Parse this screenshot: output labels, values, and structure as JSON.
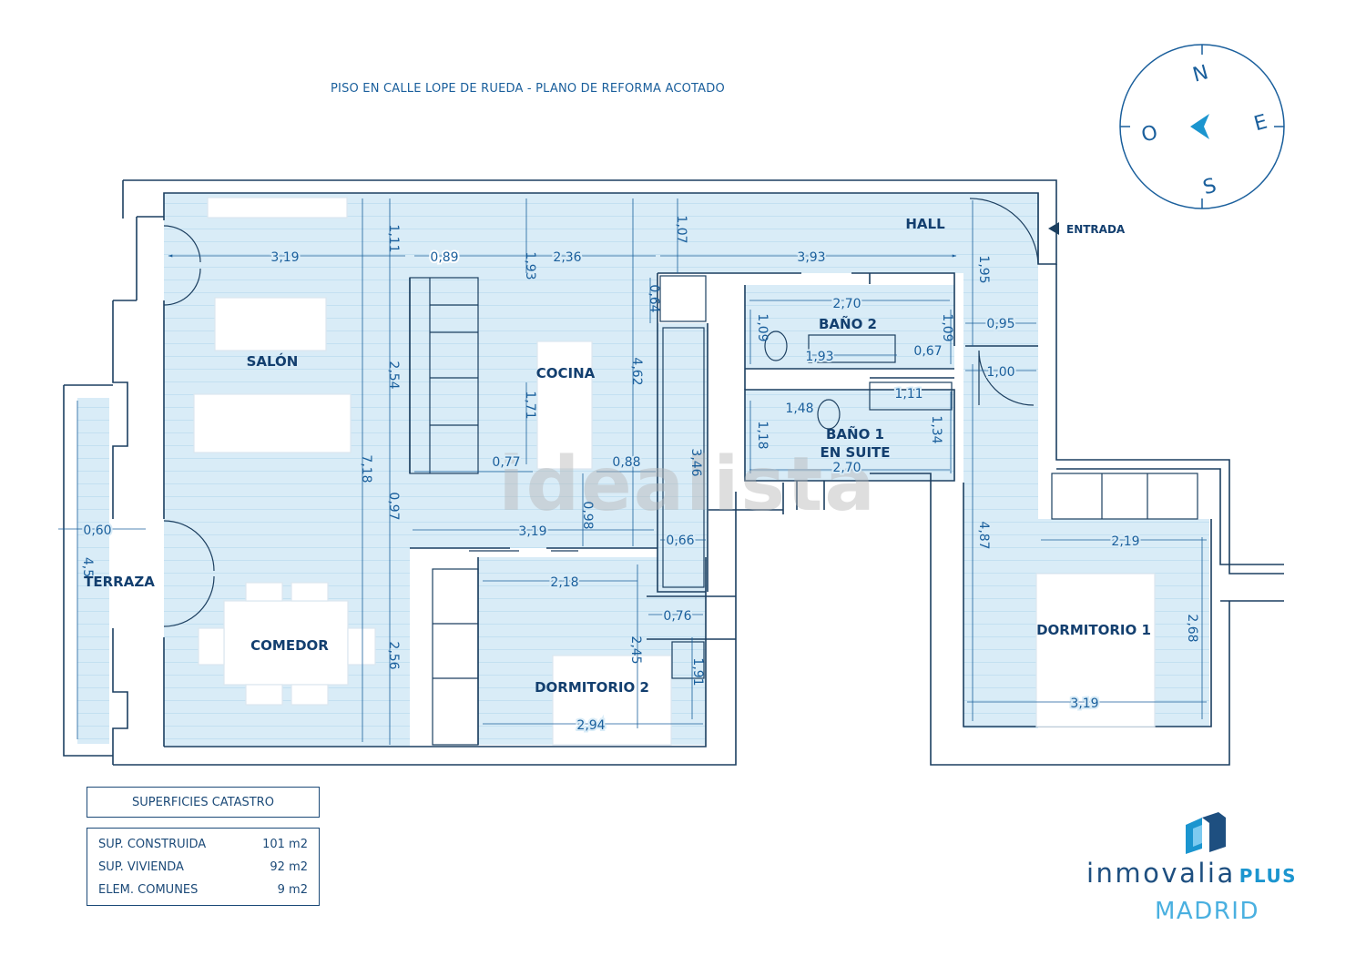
{
  "title": "PISO EN CALLE LOPE DE RUEDA - PLANO DE REFORMA ACOTADO",
  "colors": {
    "wall": "#1c3f60",
    "floor": "#d9ecf7",
    "dimension": "#1a5f9c",
    "label": "#133f6f",
    "accent": "#1b95cf"
  },
  "compass": {
    "north": "N",
    "south": "S",
    "east": "E",
    "west": "O"
  },
  "entrance_label": "ENTRADA",
  "watermark": "idealista",
  "rooms": {
    "hall": "HALL",
    "salon": "SALÓN",
    "cocina": "COCINA",
    "bano2": "BAÑO 2",
    "bano1_a": "BAÑO 1",
    "bano1_b": "EN SUITE",
    "terraza": "TERRAZA",
    "comedor": "COMEDOR",
    "dormitorio2": "DORMITORIO 2",
    "dormitorio1": "DORMITORIO 1"
  },
  "dimensions": {
    "d_3_19_top": "3,19",
    "d_0_89": "0,89",
    "d_2_36": "2,36",
    "d_3_93": "3,93",
    "d_1_11_v": "1,11",
    "d_1_93_v": "1,93",
    "d_1_07_v": "1,07",
    "d_1_95_v": "1,95",
    "d_0_64_v": "0,64",
    "d_2_70_b2": "2,70",
    "d_1_09_a": "1,09",
    "d_1_09_b": "1,09",
    "d_1_93_h": "1,93",
    "d_0_67": "0,67",
    "d_0_95": "0,95",
    "d_1_00": "1,00",
    "d_2_54_v": "2,54",
    "d_1_71_v": "1,71",
    "d_4_62_v": "4,62",
    "d_1_48": "1,48",
    "d_1_11_b1": "1,11",
    "d_1_18_v": "1,18",
    "d_1_34_v": "1,34",
    "d_2_70_b1": "2,70",
    "d_0_77": "0,77",
    "d_0_88": "0,88",
    "d_3_46_v": "3,46",
    "d_7_18_v": "7,18",
    "d_0_97_v": "0,97",
    "d_0_98_v": "0,98",
    "d_0_60": "0,60",
    "d_3_19_mid": "3,19",
    "d_0_66": "0,66",
    "d_4_87_v": "4,87",
    "d_2_19": "2,19",
    "d_4_5_v": "4,5",
    "d_2_18": "2,18",
    "d_0_76": "0,76",
    "d_2_45_v": "2,45",
    "d_1_91_v": "1,91",
    "d_2_56_v": "2,56",
    "d_2_68_v": "2,68",
    "d_3_19_d1": "3,19",
    "d_2_94": "2,94"
  },
  "areas": {
    "heading": "SUPERFICIES CATASTRO",
    "rows": [
      {
        "label": "SUP. CONSTRUIDA",
        "value": "101 m2"
      },
      {
        "label": "SUP. VIVIENDA",
        "value": "92 m2"
      },
      {
        "label": "ELEM. COMUNES",
        "value": "9 m2"
      }
    ]
  },
  "logo": {
    "word": "inmovalia",
    "plus": "PLUS",
    "city": "MADRID"
  }
}
